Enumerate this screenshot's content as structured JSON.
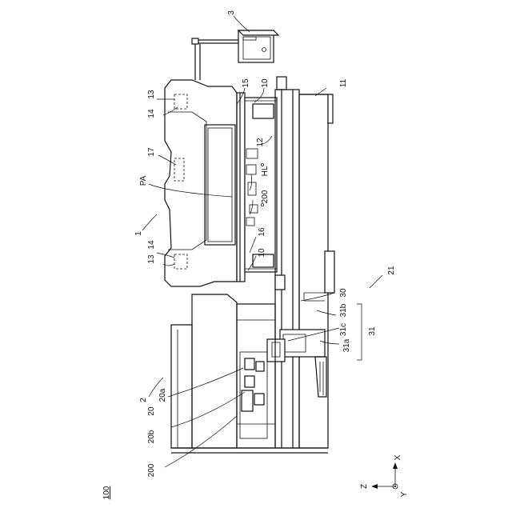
{
  "figure": {
    "number": "100",
    "line_color": "#111111",
    "background": "#ffffff",
    "labels": [
      {
        "key": "l3",
        "text": "3"
      },
      {
        "key": "l11",
        "text": "11"
      },
      {
        "key": "l10a",
        "text": "10"
      },
      {
        "key": "l15",
        "text": "15"
      },
      {
        "key": "l12",
        "text": "12"
      },
      {
        "key": "l13a",
        "text": "13"
      },
      {
        "key": "l14a",
        "text": "14"
      },
      {
        "key": "l17",
        "text": "17"
      },
      {
        "key": "lPA",
        "text": "PA"
      },
      {
        "key": "lHL",
        "text": "HL"
      },
      {
        "key": "l200a",
        "text": "200"
      },
      {
        "key": "l1",
        "text": "1"
      },
      {
        "key": "l13b",
        "text": "13"
      },
      {
        "key": "l14b",
        "text": "14"
      },
      {
        "key": "l16",
        "text": "16"
      },
      {
        "key": "l10b",
        "text": "10"
      },
      {
        "key": "l21",
        "text": "21"
      },
      {
        "key": "l30",
        "text": "30"
      },
      {
        "key": "l31b",
        "text": "31b"
      },
      {
        "key": "l31c",
        "text": "31c"
      },
      {
        "key": "l31",
        "text": "31"
      },
      {
        "key": "l31a",
        "text": "31a"
      },
      {
        "key": "l2",
        "text": "2"
      },
      {
        "key": "l20a",
        "text": "20a"
      },
      {
        "key": "l20",
        "text": "20"
      },
      {
        "key": "l20b",
        "text": "20b"
      },
      {
        "key": "l200b",
        "text": "200"
      },
      {
        "key": "lZ",
        "text": "Z"
      },
      {
        "key": "lY",
        "text": "Y"
      },
      {
        "key": "lX",
        "text": "X"
      }
    ]
  }
}
